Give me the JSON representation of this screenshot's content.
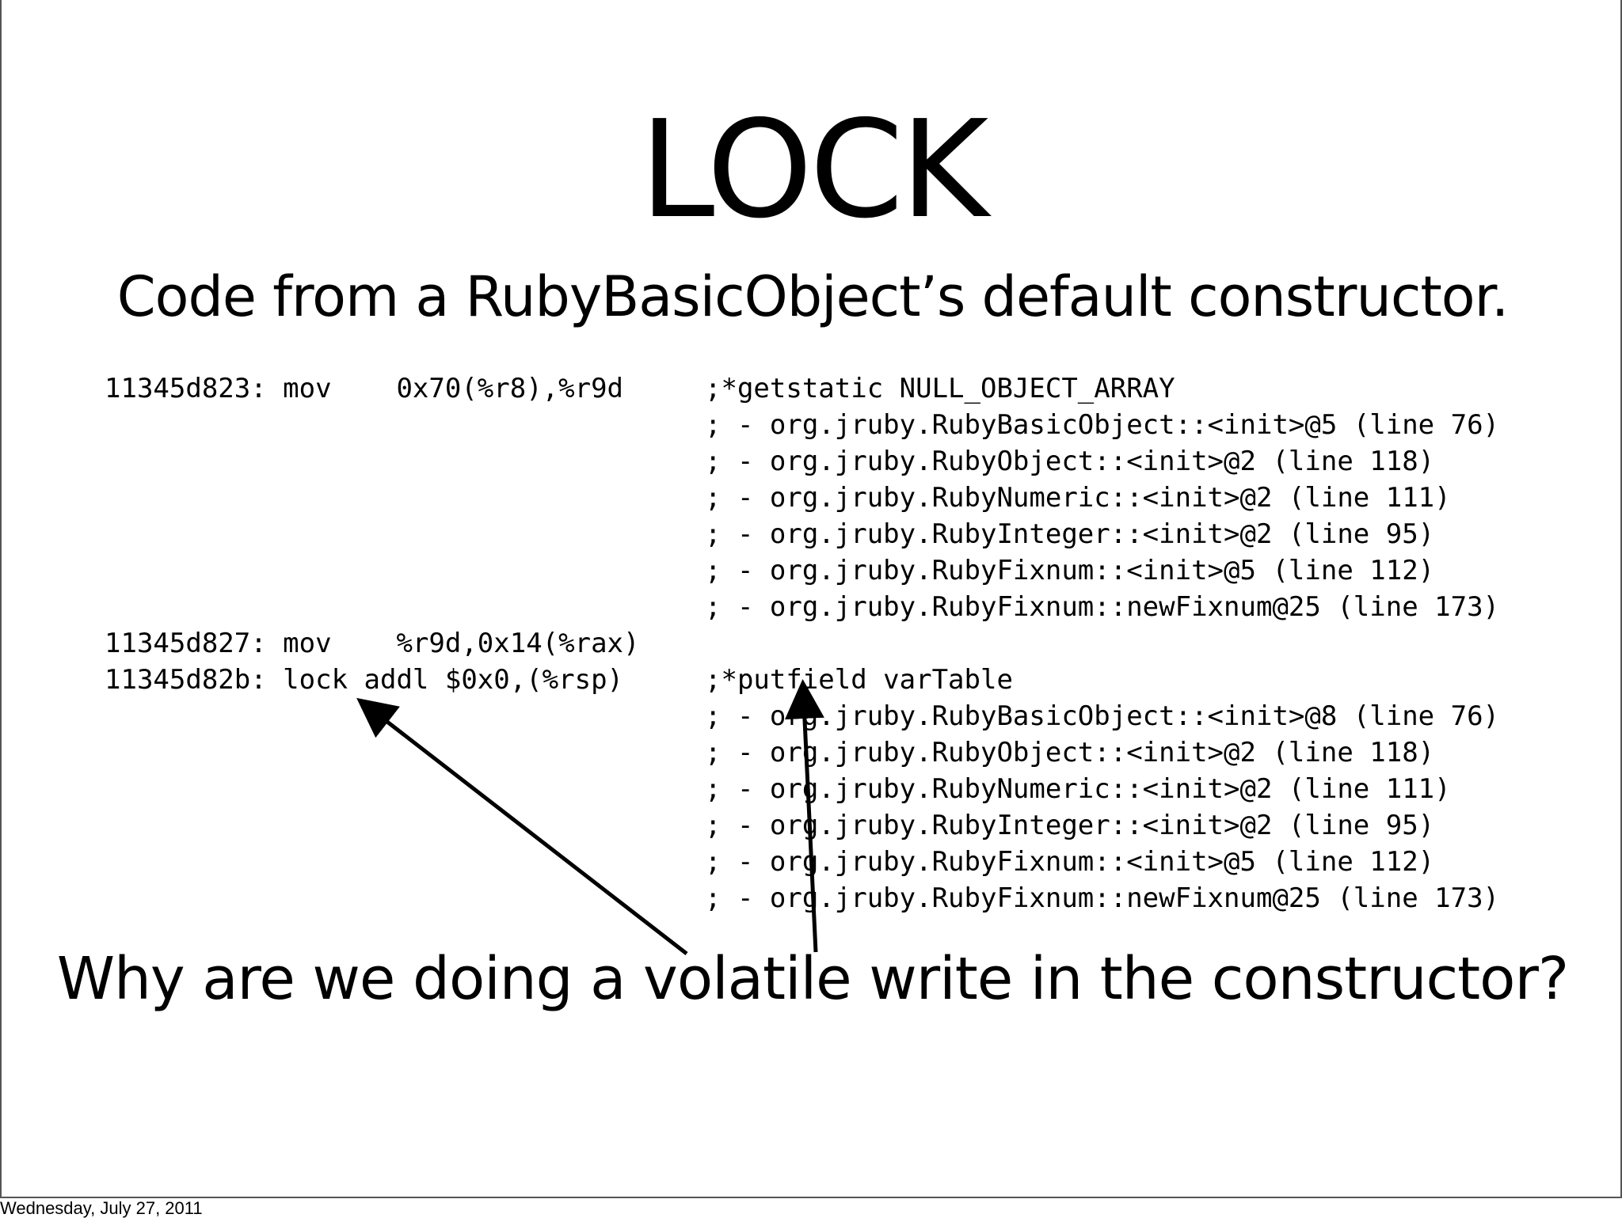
{
  "slide": {
    "title": "LOCK",
    "subtitle": "Code from a RubyBasicObject’s default constructor.",
    "question": "Why are we doing a volatile write in the constructor?",
    "footer": "Wednesday, July 27, 2011"
  },
  "code": {
    "left_lines": [
      "11345d823: mov    0x70(%r8),%r9d",
      "11345d827: mov    %r9d,0x14(%rax)",
      "11345d82b: lock addl $0x0,(%rsp)"
    ],
    "right_block_1": [
      ";*getstatic NULL_OBJECT_ARRAY",
      "; - org.jruby.RubyBasicObject::<init>@5 (line 76)",
      "; - org.jruby.RubyObject::<init>@2 (line 118)",
      "; - org.jruby.RubyNumeric::<init>@2 (line 111)",
      "; - org.jruby.RubyInteger::<init>@2 (line 95)",
      "; - org.jruby.RubyFixnum::<init>@5 (line 112)",
      "; - org.jruby.RubyFixnum::newFixnum@25 (line 173)"
    ],
    "right_block_2": [
      ";*putfield varTable",
      "; - org.jruby.RubyBasicObject::<init>@8 (line 76)",
      "; - org.jruby.RubyObject::<init>@2 (line 118)",
      "; - org.jruby.RubyNumeric::<init>@2 (line 111)",
      "; - org.jruby.RubyInteger::<init>@2 (line 95)",
      "; - org.jruby.RubyFixnum::<init>@5 (line 112)",
      "; - org.jruby.RubyFixnum::newFixnum@25 (line 173)"
    ]
  }
}
